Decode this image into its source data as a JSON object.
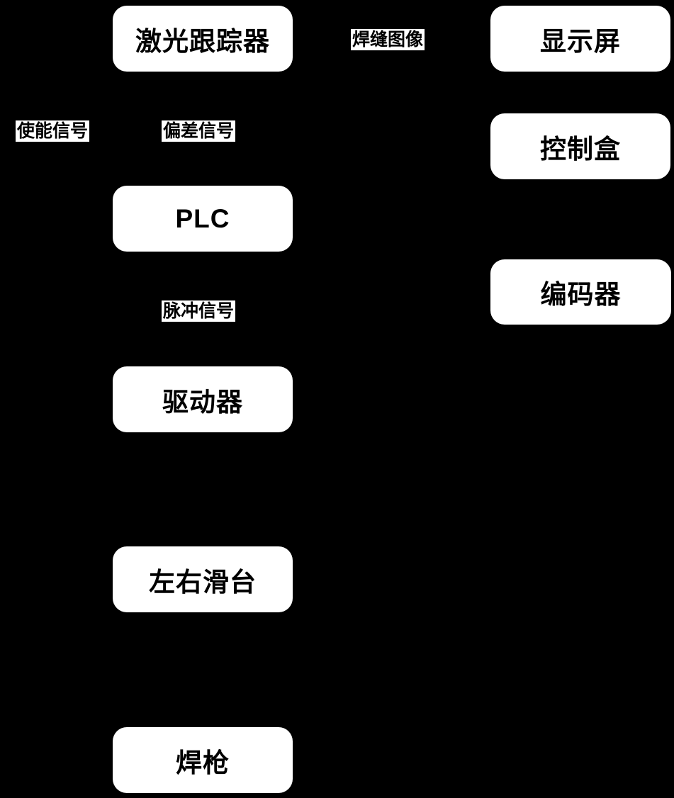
{
  "diagram": {
    "background_color": "#000000",
    "node_fill_color": "#ffffff",
    "node_text_color": "#000000",
    "nodes": [
      {
        "id": "laser-tracker",
        "label": "激光跟踪器"
      },
      {
        "id": "display-screen",
        "label": "显示屏"
      },
      {
        "id": "control-box",
        "label": "控制盒"
      },
      {
        "id": "plc",
        "label": "PLC"
      },
      {
        "id": "encoder",
        "label": "编码器"
      },
      {
        "id": "driver",
        "label": "驱动器"
      },
      {
        "id": "slide-table",
        "label": "左右滑台"
      },
      {
        "id": "welding-gun",
        "label": "焊枪"
      }
    ],
    "labels": [
      {
        "id": "weld-seam-image",
        "text": "焊缝图像"
      },
      {
        "id": "enable-signal",
        "text": "使能信号"
      },
      {
        "id": "deviation-signal",
        "text": "偏差信号"
      },
      {
        "id": "pulse-signal",
        "text": "脉冲信号"
      }
    ]
  }
}
